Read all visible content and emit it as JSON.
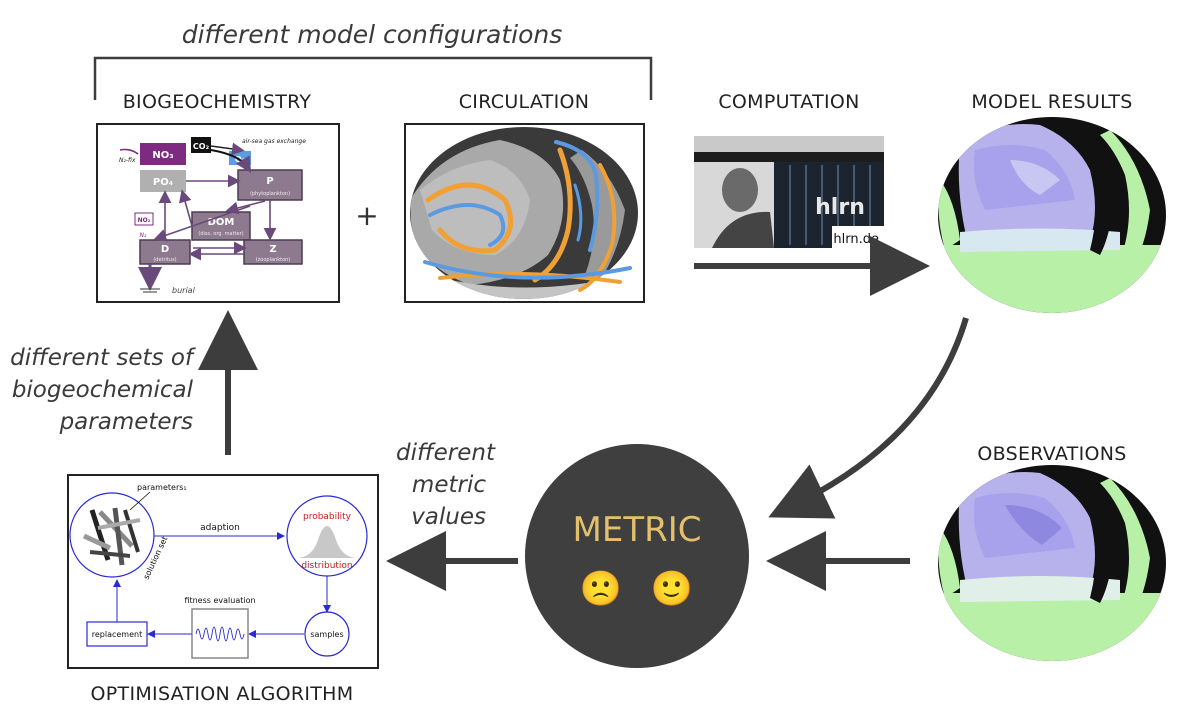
{
  "top_label": "different model configurations",
  "headers": {
    "biogeochemistry": "BIOGEOCHEMISTRY",
    "circulation": "CIRCULATION",
    "computation": "COMPUTATION",
    "model_results": "MODEL RESULTS",
    "observations": "OBSERVATIONS",
    "optimisation": "OPTIMISATION ALGORITHM"
  },
  "plus": "+",
  "bgc_model": {
    "no3": "NO₃",
    "po4": "PO₄",
    "co2": "CO₂",
    "o2": "O₂",
    "air_sea": "air-sea gas exchange",
    "n2_fix": "N₂-fix",
    "p": "P",
    "p_sub": "(phytoplankton)",
    "dom": "DOM",
    "dom_sub": "(diss. org. matter)",
    "d": "D",
    "d_sub": "(detritus)",
    "z": "Z",
    "z_sub": "(zooplankton)",
    "no2": "NO₂",
    "n2": "N₂",
    "burial": "burial"
  },
  "computation_credit": "hlrn.de",
  "computation_sign": "hlrn",
  "left_label": [
    "different sets of",
    "biogeochemical",
    "parameters"
  ],
  "metric_label": [
    "different",
    "metric",
    "values"
  ],
  "metric": {
    "title": "METRIC",
    "face_sad": "🙁",
    "face_happy": "🙂"
  },
  "algorithm": {
    "parameters": "parameters₁",
    "solution_set": "solution set",
    "adaption": "adaption",
    "probability": "probability",
    "distribution": "distribution",
    "fitness": "fitness evaluation",
    "samples": "samples",
    "replacement": "replacement"
  },
  "colors": {
    "arrow": "#3d3d3d",
    "metric_circle": "#3f3f3f",
    "metric_text": "#e3c06b",
    "bgc_box": "#8e7a8e",
    "no3_box": "#7d2a82",
    "o2_box": "#5a9de0",
    "current_orange": "#f0a035",
    "current_blue": "#5b9ae0",
    "algo_blue": "#2a2ad6",
    "algo_red": "#cc1a1a",
    "ocean_purple": "#b7b2ec",
    "ocean_green": "#b8f0a8"
  }
}
